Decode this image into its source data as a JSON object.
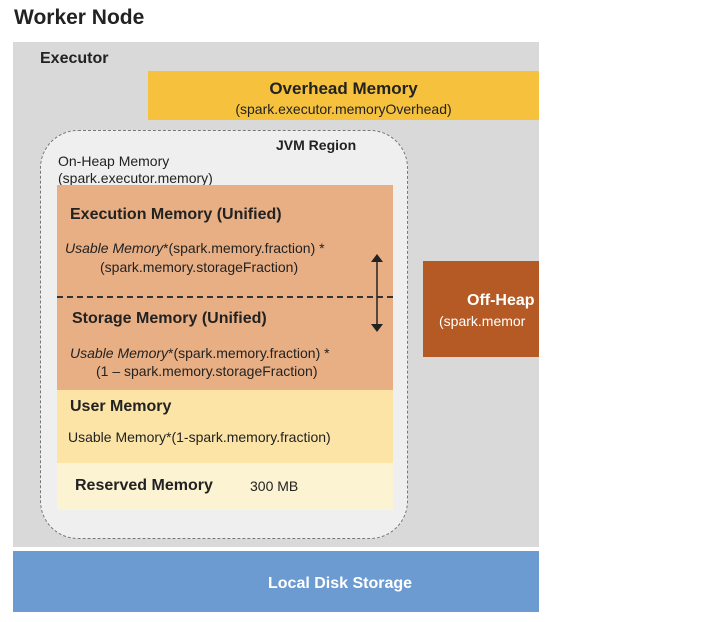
{
  "title": "Worker Node",
  "executor": {
    "label": "Executor",
    "overhead": {
      "title": "Overhead Memory",
      "subtitle": "(spark.executor.memoryOverhead)"
    },
    "jvm": {
      "label": "JVM Region",
      "on_heap_line1": "On-Heap Memory",
      "on_heap_line2": "(spark.executor.memory)",
      "execution": {
        "title": "Execution Memory (Unified)",
        "formula_italic": "Usable Memory",
        "formula_rest1": "*(spark.memory.fraction) *",
        "formula_line2": "(spark.memory.storageFraction)"
      },
      "storage": {
        "title": "Storage Memory (Unified)",
        "formula_italic": "Usable Memory",
        "formula_rest1": "*(spark.memory.fraction) *",
        "formula_line2": "(1 – spark.memory.storageFraction)"
      },
      "user": {
        "title": "User Memory",
        "formula": "Usable Memory*(1-spark.memory.fraction)"
      },
      "reserved": {
        "title": "Reserved Memory",
        "value": "300 MB"
      }
    },
    "off_heap": {
      "title": "Off-Heap",
      "subtitle": "(spark.memor"
    }
  },
  "local_disk": {
    "label": "Local Disk Storage"
  },
  "colors": {
    "overhead": "#f6c23e",
    "execution_storage": "#e9af84",
    "user": "#fbe4a6",
    "reserved": "#fcf3d3",
    "off_heap": "#b55a25",
    "local_disk": "#6b9bd1",
    "executor_bg": "#d9d9d9"
  }
}
